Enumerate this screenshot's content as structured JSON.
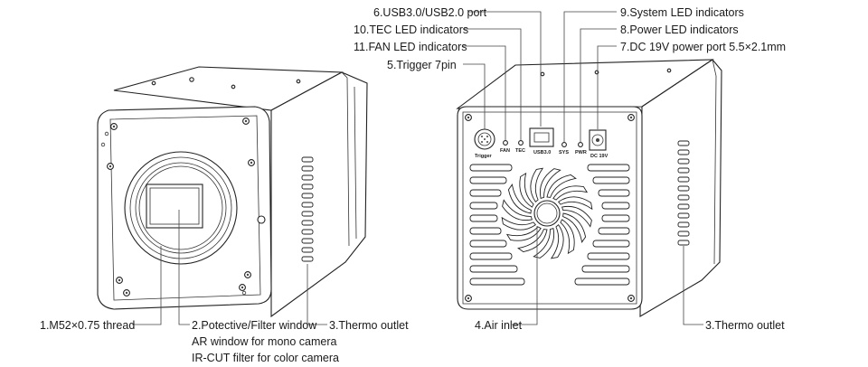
{
  "callouts": {
    "usb_port": "6.USB3.0/USB2.0 port",
    "tec_led": "10.TEC LED indicators",
    "fan_led": "11.FAN LED indicators",
    "trigger": "5.Trigger 7pin",
    "system_led": "9.System LED indicators",
    "power_led": "8.Power LED indicators",
    "dc_port": "7.DC 19V power port 5.5×2.1mm",
    "thread": "1.M52×0.75 thread",
    "window": "2.Potective/Filter window",
    "window_ar": "AR window for mono camera",
    "window_ir": "IR-CUT filter for color camera",
    "thermo_left": "3.Thermo outlet",
    "air_inlet": "4.Air inlet",
    "thermo_right": "3.Thermo outlet"
  },
  "panel_labels": {
    "trigger": "Trigger",
    "fan": "FAN",
    "tec": "TEC",
    "usb": "USB3.0",
    "sys": "SYS",
    "pwr": "PWR",
    "dc": "DC 19V"
  }
}
